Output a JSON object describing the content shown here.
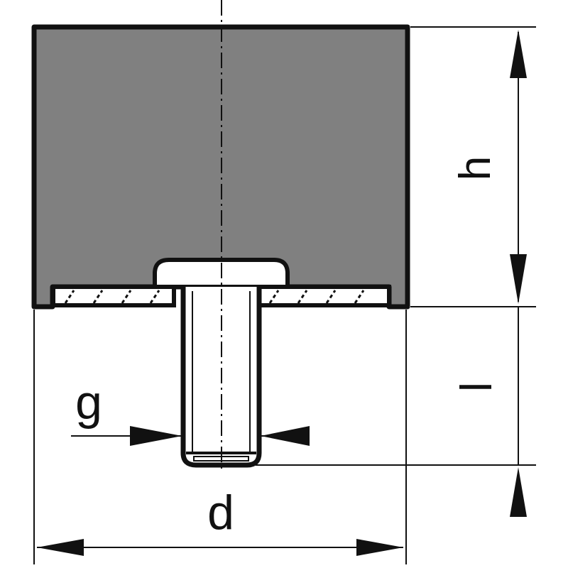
{
  "diagram": {
    "type": "technical-drawing",
    "subject": "rubber buffer mount with threaded stud (side view)",
    "colors": {
      "rubber_fill": "#808080",
      "outline": "#111111",
      "background": "#ffffff"
    },
    "dimensions": {
      "height_label": "h",
      "stud_length_label": "l",
      "thread_label": "g",
      "diameter_label": "d"
    }
  }
}
